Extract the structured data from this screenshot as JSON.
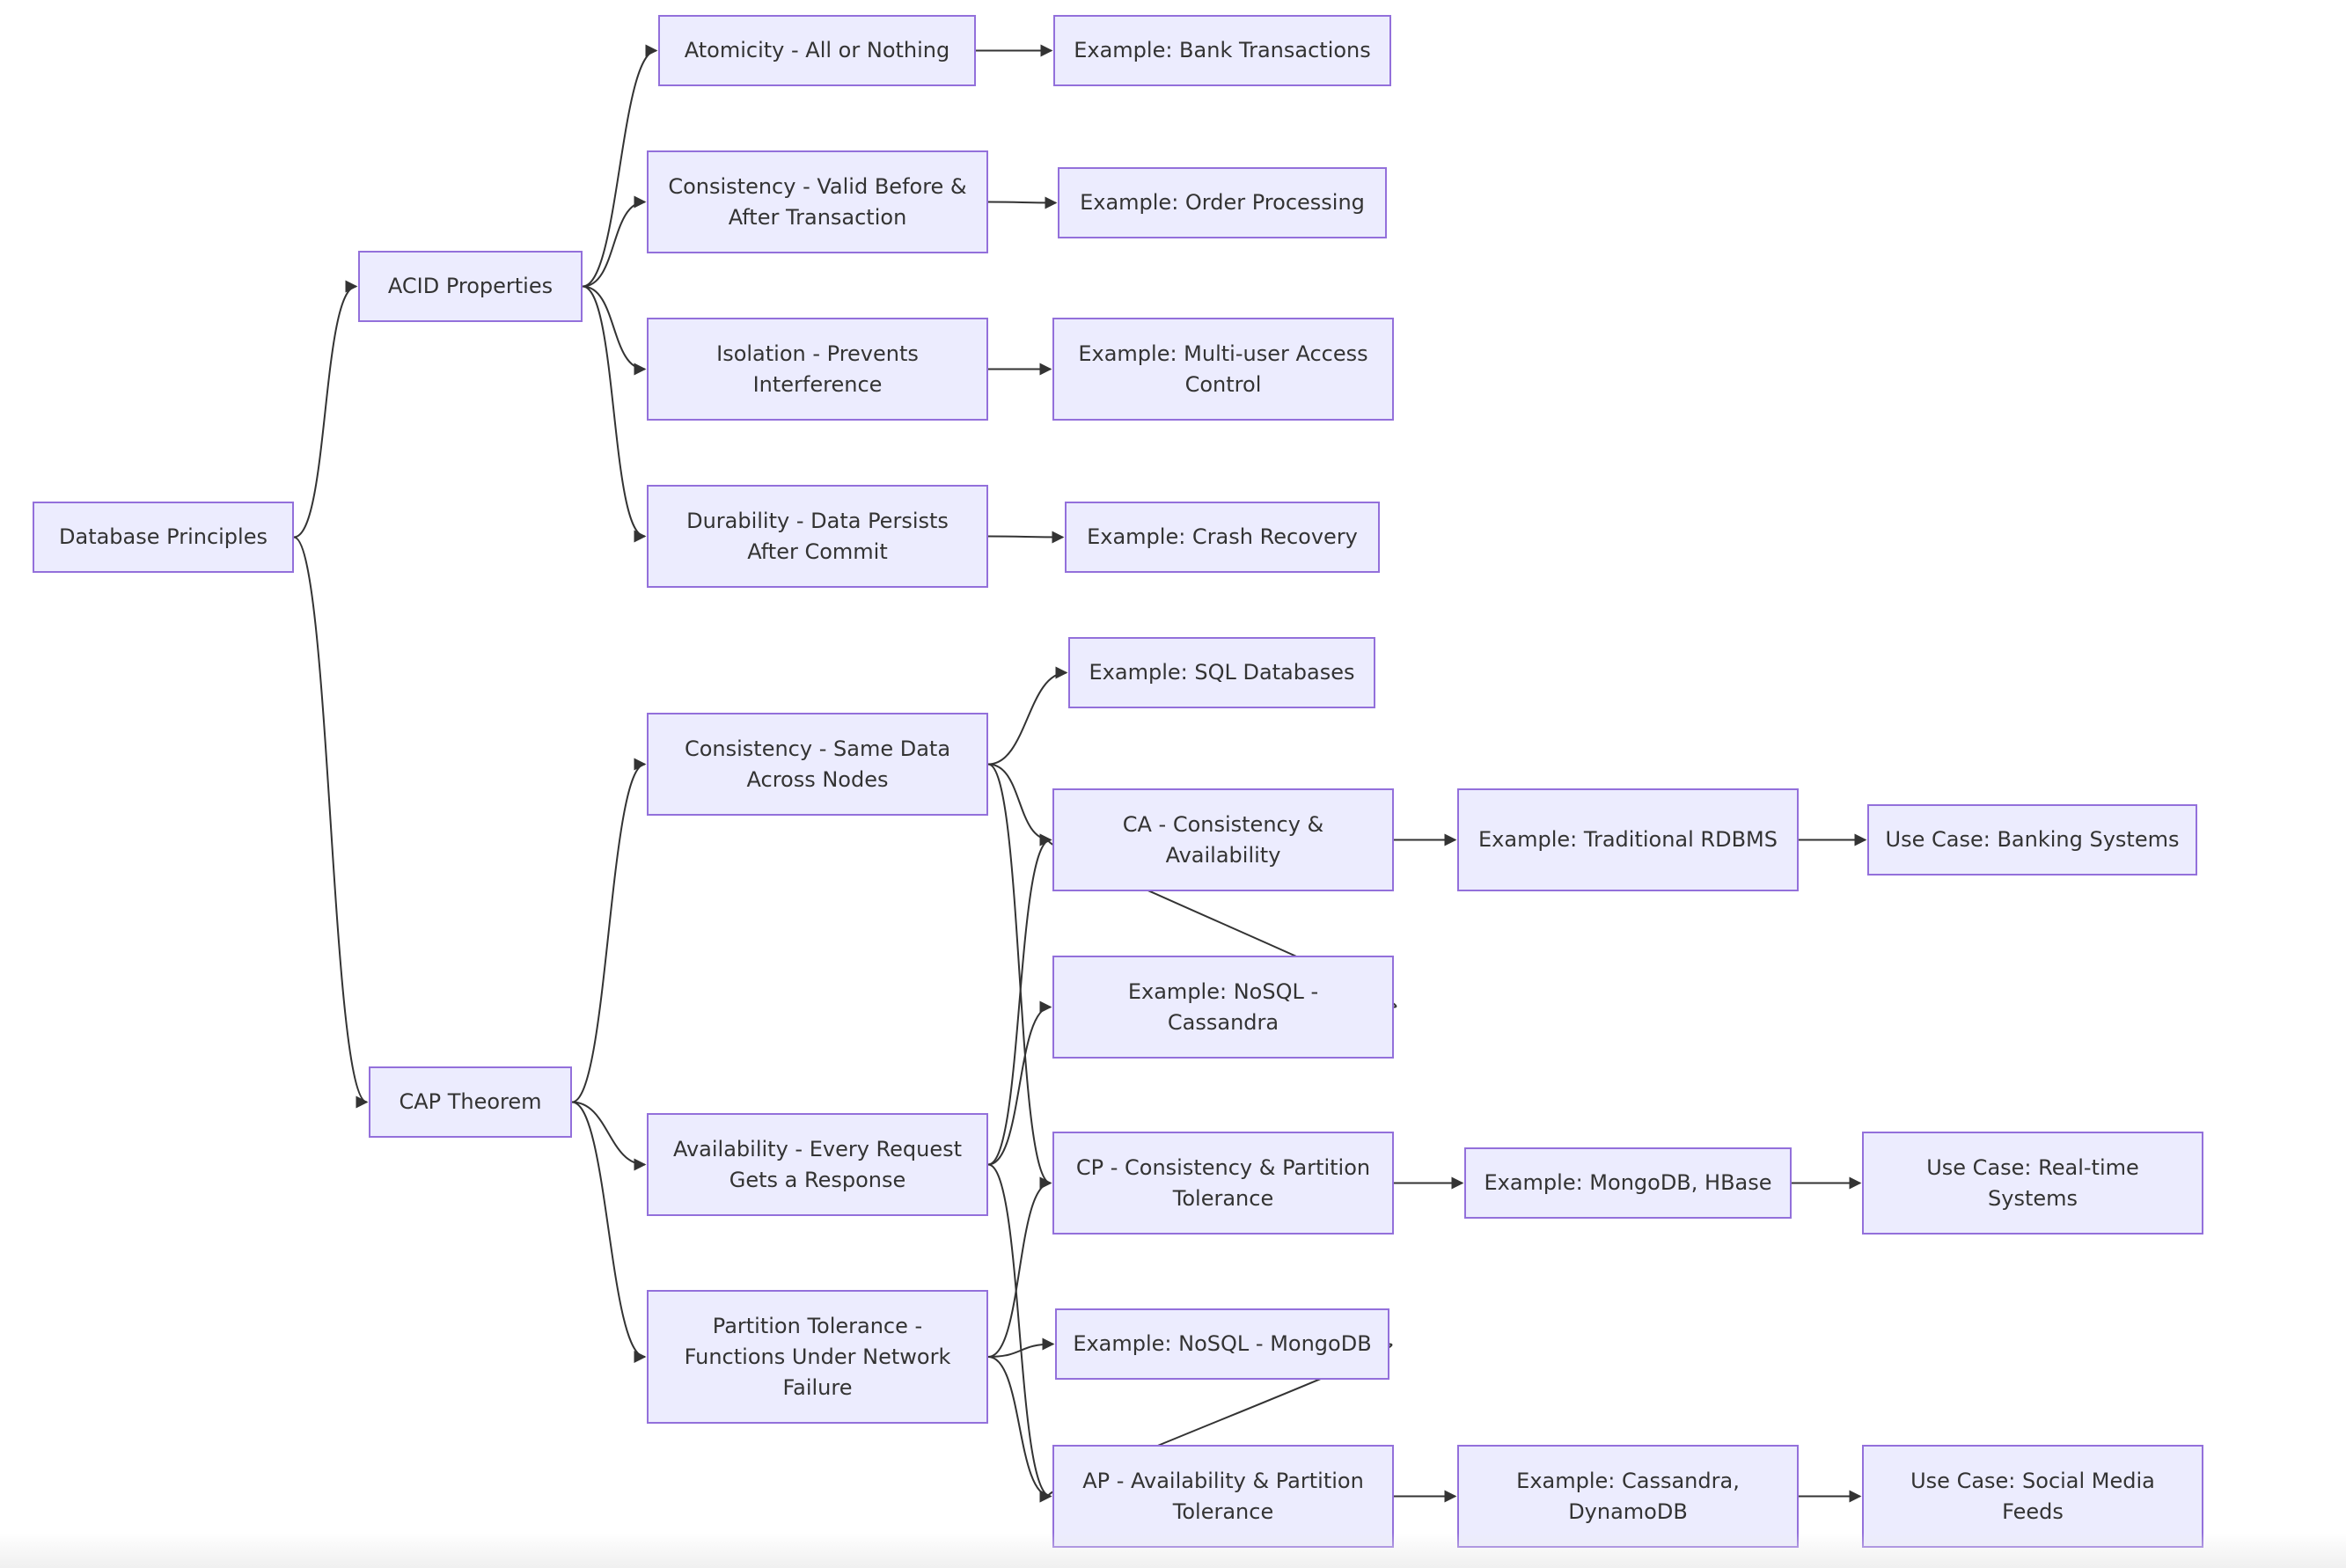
{
  "nodes": {
    "db": {
      "label": "Database Principles"
    },
    "acid": {
      "label": "ACID Properties"
    },
    "cap": {
      "label": "CAP Theorem"
    },
    "atom": {
      "label": "Atomicity - All or Nothing"
    },
    "cons": {
      "label": "Consistency - Valid Before & After Transaction"
    },
    "iso": {
      "label": "Isolation - Prevents Interference"
    },
    "dur": {
      "label": "Durability - Data Persists After Commit"
    },
    "ex_bank": {
      "label": "Example: Bank Transactions"
    },
    "ex_order": {
      "label": "Example: Order Processing"
    },
    "ex_multi": {
      "label": "Example: Multi-user Access Control"
    },
    "ex_crash": {
      "label": "Example: Crash Recovery"
    },
    "c_same": {
      "label": "Consistency - Same Data Across Nodes"
    },
    "a_every": {
      "label": "Availability - Every Request Gets a Response"
    },
    "p_tol": {
      "label": "Partition Tolerance - Functions Under Network Failure"
    },
    "ex_sql": {
      "label": "Example: SQL Databases"
    },
    "ca": {
      "label": "CA - Consistency & Availability"
    },
    "ex_cass": {
      "label": "Example: NoSQL - Cassandra"
    },
    "cp": {
      "label": "CP - Consistency & Partition Tolerance"
    },
    "ex_mongo": {
      "label": "Example: NoSQL - MongoDB"
    },
    "ap": {
      "label": "AP - Availability & Partition Tolerance"
    },
    "ex_rdbms": {
      "label": "Example: Traditional RDBMS"
    },
    "ex_mhb": {
      "label": "Example: MongoDB, HBase"
    },
    "ex_cdyn": {
      "label": "Example: Cassandra, DynamoDB"
    },
    "uc_bank": {
      "label": "Use Case: Banking Systems"
    },
    "uc_rt": {
      "label": "Use Case: Real-time Systems"
    },
    "uc_social": {
      "label": "Use Case: Social Media Feeds"
    }
  },
  "edges": [
    [
      "db",
      "acid"
    ],
    [
      "db",
      "cap"
    ],
    [
      "acid",
      "atom"
    ],
    [
      "acid",
      "cons"
    ],
    [
      "acid",
      "iso"
    ],
    [
      "acid",
      "dur"
    ],
    [
      "atom",
      "ex_bank"
    ],
    [
      "cons",
      "ex_order"
    ],
    [
      "iso",
      "ex_multi"
    ],
    [
      "dur",
      "ex_crash"
    ],
    [
      "cap",
      "c_same"
    ],
    [
      "cap",
      "a_every"
    ],
    [
      "cap",
      "p_tol"
    ],
    [
      "c_same",
      "ex_sql"
    ],
    [
      "c_same",
      "ca"
    ],
    [
      "c_same",
      "cp"
    ],
    [
      "a_every",
      "ex_cass"
    ],
    [
      "a_every",
      "ca"
    ],
    [
      "a_every",
      "ap"
    ],
    [
      "p_tol",
      "ex_mongo"
    ],
    [
      "p_tol",
      "cp"
    ],
    [
      "p_tol",
      "ap"
    ],
    [
      "ex_cass",
      "ca"
    ],
    [
      "ex_mongo",
      "ap"
    ],
    [
      "ca",
      "ex_rdbms"
    ],
    [
      "cp",
      "ex_mhb"
    ],
    [
      "ap",
      "ex_cdyn"
    ],
    [
      "ex_rdbms",
      "uc_bank"
    ],
    [
      "ex_mhb",
      "uc_rt"
    ],
    [
      "ex_cdyn",
      "uc_social"
    ]
  ],
  "colors": {
    "node_fill": "#ececfe",
    "node_border": "#9370db",
    "edge": "#333333",
    "text": "#333333"
  }
}
